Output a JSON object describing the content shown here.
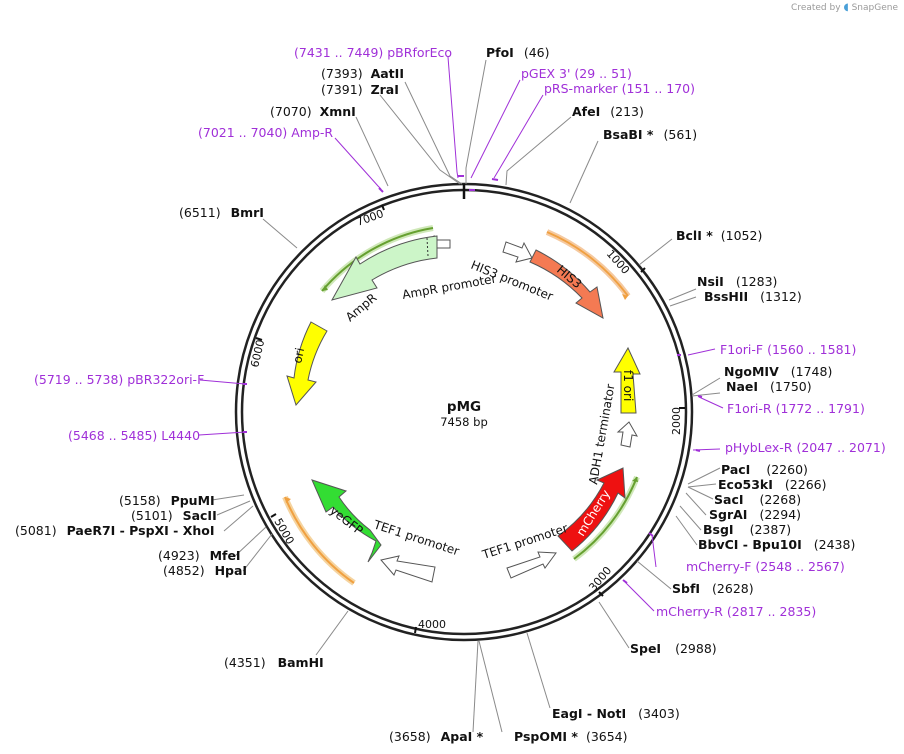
{
  "credit": {
    "prefix": "Created by",
    "brand": "SnapGene"
  },
  "plasmid": {
    "name": "pMG",
    "size_label": "7458 bp",
    "length": 7458
  },
  "ticks": [
    "1000",
    "2000",
    "3000",
    "4000",
    "5000",
    "6000",
    "7000"
  ],
  "labels": [
    {
      "id": "pbrforeco",
      "kind": "primer",
      "text": "(7431 .. 7449)  pBRforEco"
    },
    {
      "id": "pfoi",
      "kind": "enzyme",
      "name": "PfoI",
      "pos": "(46)"
    },
    {
      "id": "aatii",
      "kind": "enzyme",
      "name": "AatII",
      "pos": "(7393)",
      "pos_first": true
    },
    {
      "id": "pgex3",
      "kind": "primer",
      "text": "pGEX 3'    (29 .. 51)"
    },
    {
      "id": "zrai",
      "kind": "enzyme",
      "name": "ZraI",
      "pos": "(7391)",
      "pos_first": true
    },
    {
      "id": "prsmarker",
      "kind": "primer",
      "text": "pRS-marker    (151 .. 170)"
    },
    {
      "id": "xmni",
      "kind": "enzyme",
      "name": "XmnI",
      "pos": "(7070)",
      "pos_first": true
    },
    {
      "id": "afei",
      "kind": "enzyme",
      "name": "AfeI",
      "pos": "(213)"
    },
    {
      "id": "ampr_primer",
      "kind": "primer",
      "text": "(7021 .. 7040)  Amp-R"
    },
    {
      "id": "bsabi",
      "kind": "enzyme",
      "name": "BsaBI *",
      "pos": "(561)"
    },
    {
      "id": "bmri",
      "kind": "enzyme",
      "name": "BmrI",
      "pos": "(6511)",
      "pos_first": true
    },
    {
      "id": "bcli",
      "kind": "enzyme",
      "name": "BclI *",
      "pos": "(1052)"
    },
    {
      "id": "nsii",
      "kind": "enzyme",
      "name": "NsiI",
      "pos": "(1283)"
    },
    {
      "id": "bsshii",
      "kind": "enzyme",
      "name": "BssHII",
      "pos": "(1312)"
    },
    {
      "id": "f1orif",
      "kind": "primer",
      "text": "F1ori-F    (1560 .. 1581)"
    },
    {
      "id": "pbr322orif",
      "kind": "primer",
      "text": "(5719 .. 5738)  pBR322ori-F"
    },
    {
      "id": "ngomiv",
      "kind": "enzyme",
      "name": "NgoMIV",
      "pos": "(1748)"
    },
    {
      "id": "naei",
      "kind": "enzyme",
      "name": "NaeI",
      "pos": "(1750)"
    },
    {
      "id": "f1orir",
      "kind": "primer",
      "text": "F1ori-R    (1772 .. 1791)"
    },
    {
      "id": "l4440",
      "kind": "primer",
      "text": "(5468 .. 5485)  L4440"
    },
    {
      "id": "phyblexr",
      "kind": "primer",
      "text": "pHybLex-R    (2047 .. 2071)"
    },
    {
      "id": "paci",
      "kind": "enzyme",
      "name": "PacI",
      "pos": "(2260)"
    },
    {
      "id": "eco53ki",
      "kind": "enzyme",
      "name": "Eco53kI",
      "pos": "(2266)"
    },
    {
      "id": "ppumi",
      "kind": "enzyme",
      "name": "PpuMI",
      "pos": "(5158)",
      "pos_first": true
    },
    {
      "id": "saci",
      "kind": "enzyme",
      "name": "SacI",
      "pos": "(2268)"
    },
    {
      "id": "sacii",
      "kind": "enzyme",
      "name": "SacII",
      "pos": "(5101)",
      "pos_first": true
    },
    {
      "id": "sgrai",
      "kind": "enzyme",
      "name": "SgrAI",
      "pos": "(2294)"
    },
    {
      "id": "paer7i",
      "kind": "enzyme",
      "name": "PaeR7I  - PspXI  - XhoI",
      "pos": "(5081)",
      "pos_first": true
    },
    {
      "id": "bsgi",
      "kind": "enzyme",
      "name": "BsgI",
      "pos": "(2387)"
    },
    {
      "id": "bbvci",
      "kind": "enzyme",
      "name": "BbvCI  - Bpu10I",
      "pos": "(2438)"
    },
    {
      "id": "mfei",
      "kind": "enzyme",
      "name": "MfeI",
      "pos": "(4923)",
      "pos_first": true
    },
    {
      "id": "mcherryf",
      "kind": "primer",
      "text": "mCherry-F    (2548 .. 2567)"
    },
    {
      "id": "hpai",
      "kind": "enzyme",
      "name": "HpaI",
      "pos": "(4852)",
      "pos_first": true
    },
    {
      "id": "sbfi",
      "kind": "enzyme",
      "name": "SbfI",
      "pos": "(2628)"
    },
    {
      "id": "mcherryr",
      "kind": "primer",
      "text": "mCherry-R    (2817 .. 2835)"
    },
    {
      "id": "spei",
      "kind": "enzyme",
      "name": "SpeI",
      "pos": "(2988)"
    },
    {
      "id": "bamhi",
      "kind": "enzyme",
      "name": "BamHI",
      "pos": "(4351)",
      "pos_first": true
    },
    {
      "id": "eagi",
      "kind": "enzyme",
      "name": "EagI  - NotI",
      "pos": "(3403)"
    },
    {
      "id": "apai",
      "kind": "enzyme",
      "name": "ApaI *",
      "pos": "(3658)",
      "pos_first": true
    },
    {
      "id": "pspomi",
      "kind": "enzyme",
      "name": "PspOMI *",
      "pos": "(3654)"
    }
  ],
  "features": {
    "his3": "HIS3",
    "his3_promoter": "HIS3 promoter",
    "ampr": "AmpR",
    "ampr_promoter": "AmpR promoter",
    "ori": "ori",
    "f1ori": "f1 ori",
    "adh1": "ADH1 terminator",
    "mcherry": "mCherry",
    "tef1_right": "TEF1 promoter",
    "tef1_left": "TEF1 promoter",
    "yegfp": "yeGFP"
  },
  "colors": {
    "his3": "#f47a53",
    "ampr": "#ccf5c8",
    "ori": "#ffff00",
    "f1ori": "#ffff00",
    "mcherry": "#ee1111",
    "yegfp": "#33dd33",
    "primer": "#a030d8",
    "orf_green": "#88cc55",
    "orf_orange": "#f0a040"
  }
}
